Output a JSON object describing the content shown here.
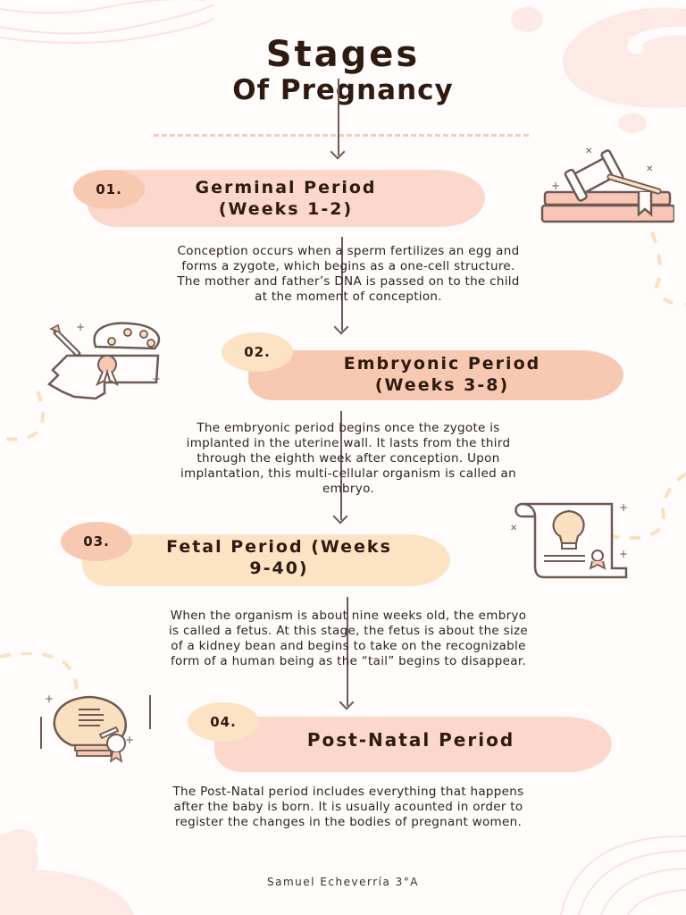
{
  "header": {
    "title": "Stages",
    "subtitle": "Of Pregnancy"
  },
  "colors": {
    "peach": "#f7c9b2",
    "light_pink": "#fbd7cc",
    "cream": "#fce3c4",
    "text_dark": "#2e1a10",
    "arrow": "#6e5a52",
    "decor_pink": "#fde9e5"
  },
  "stages": [
    {
      "number": "01.",
      "title_line1": "Germinal Period",
      "title_line2": "(Weeks 1-2)",
      "description_lines": [
        "Conception occurs when a sperm fertilizes an egg and",
        "forms a zygote, which begins as a one-cell structure.",
        "The mother and father’s DNA is passed on to the child",
        "at the moment of conception."
      ],
      "icon": "gavel-books-icon"
    },
    {
      "number": "02.",
      "title_line1": "Embryonic Period",
      "title_line2": "(Weeks 3-8)",
      "description_lines": [
        "The embryonic period begins once the zygote is",
        "implanted in the uterine wall. It lasts from the third",
        "through the eighth week after conception. Upon",
        "implantation, this multi-cellular organism is called an",
        "embryo."
      ],
      "icon": "creative-head-palette-icon"
    },
    {
      "number": "03.",
      "title_line1": "Fetal Period (Weeks",
      "title_line2": "9-40)",
      "description_lines": [
        "When the organism is about nine weeks old, the embryo",
        "is called a fetus. At this stage, the fetus is about the size",
        "of a kidney bean and begins to take on the recognizable",
        "form of a human being as the “tail” begins to disappear."
      ],
      "icon": "lightbulb-certificate-icon"
    },
    {
      "number": "04.",
      "title_line1": "Post-Natal Period",
      "title_line2": "",
      "description_lines": [
        "The Post-Natal period includes everything that happens",
        "after the baby is born. It is usually acounted in order to",
        "register the changes in the bodies of pregnant women."
      ],
      "icon": "lightbulb-document-icon"
    }
  ],
  "footer": {
    "author": "Samuel Echeverría 3°A"
  }
}
